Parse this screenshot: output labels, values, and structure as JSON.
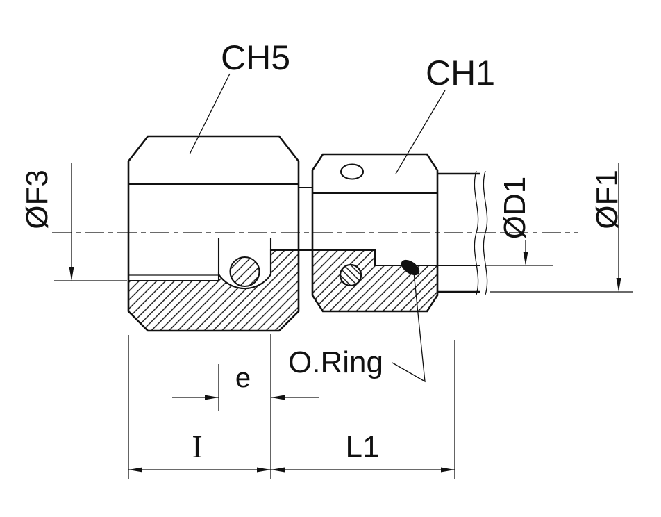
{
  "diagram": {
    "labels": {
      "ch5": "CH5",
      "ch1": "CH1",
      "f3": "ØF3",
      "d1": "ØD1",
      "f1": "ØF1",
      "oring": "O.Ring",
      "e": "e",
      "i": "I",
      "l1": "L1"
    },
    "colors": {
      "line": "#111111",
      "background": "#ffffff"
    }
  }
}
